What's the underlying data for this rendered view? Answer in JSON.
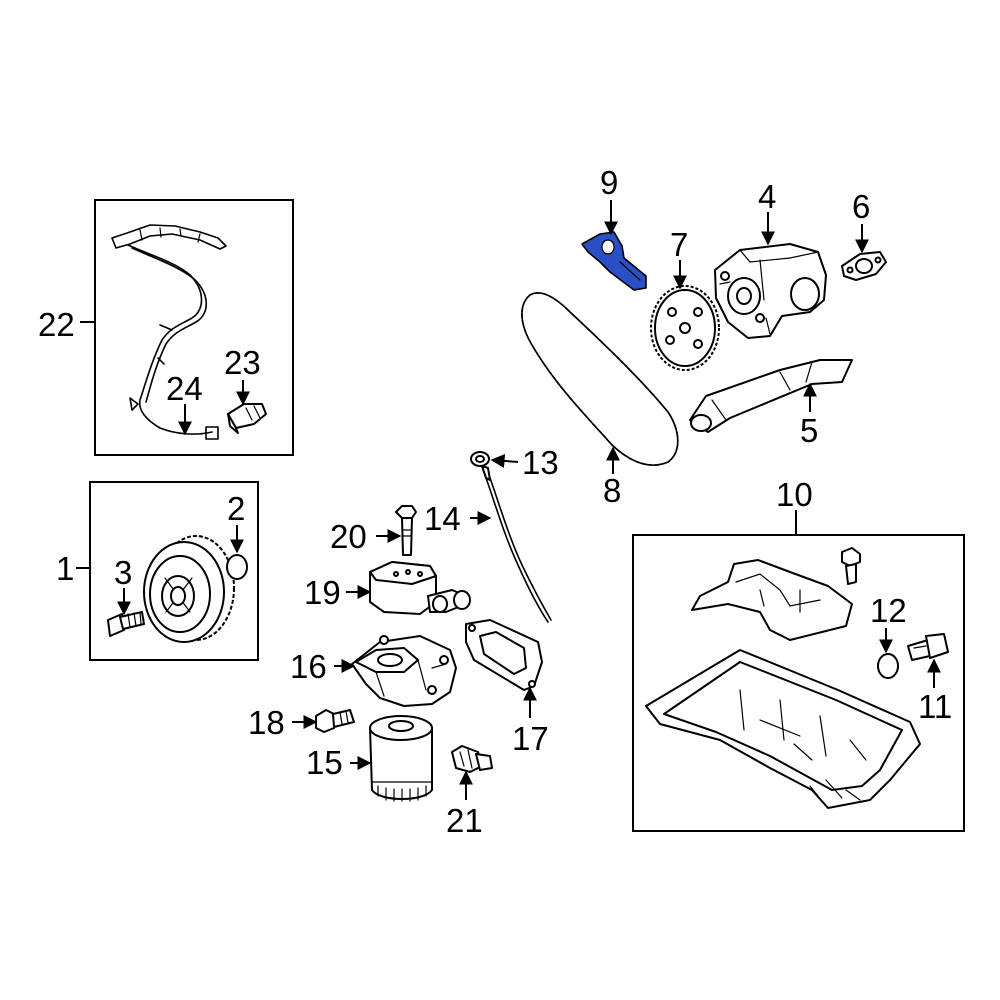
{
  "callouts": {
    "c1": "1",
    "c2": "2",
    "c3": "3",
    "c4": "4",
    "c5": "5",
    "c6": "6",
    "c7": "7",
    "c8": "8",
    "c9": "9",
    "c10": "10",
    "c11": "11",
    "c12": "12",
    "c13": "13",
    "c14": "14",
    "c15": "15",
    "c16": "16",
    "c17": "17",
    "c18": "18",
    "c19": "19",
    "c20": "20",
    "c21": "21",
    "c22": "22",
    "c23": "23",
    "c24": "24"
  },
  "colors": {
    "highlight": "#2b4fc4",
    "line": "#000000",
    "background": "#ffffff"
  }
}
